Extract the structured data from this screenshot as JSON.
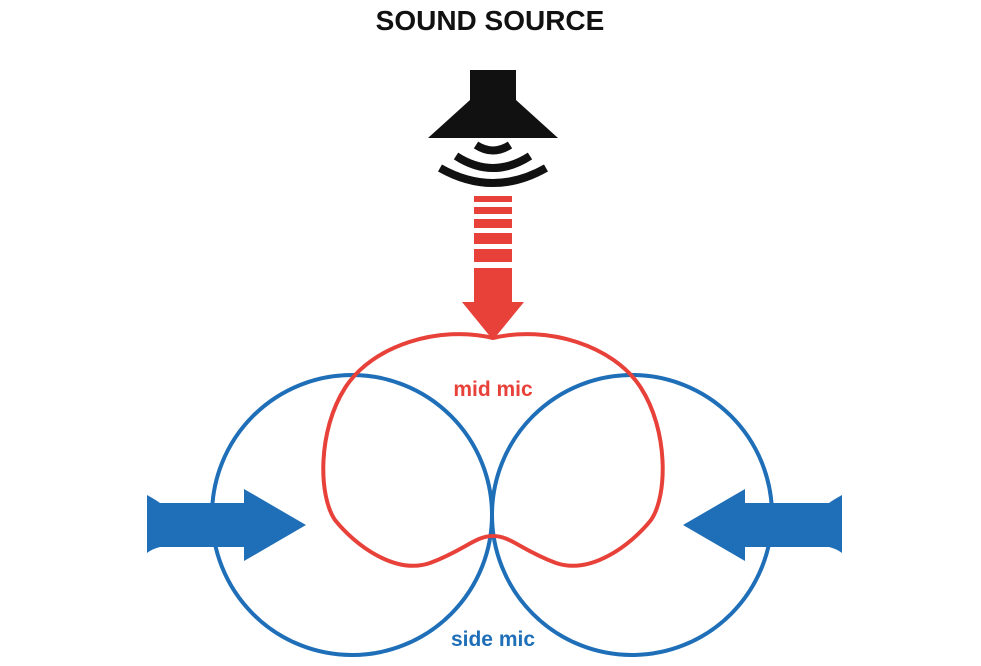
{
  "title": "SOUND SOURCE",
  "labels": {
    "mid": "mid mic",
    "side": "side mic"
  },
  "colors": {
    "mid": "#e8413a",
    "side": "#1f6fb8",
    "speaker": "#111111",
    "text": "#111111"
  },
  "icons": {
    "speaker": "speaker-icon",
    "sound_waves": "sound-waves-icon"
  }
}
